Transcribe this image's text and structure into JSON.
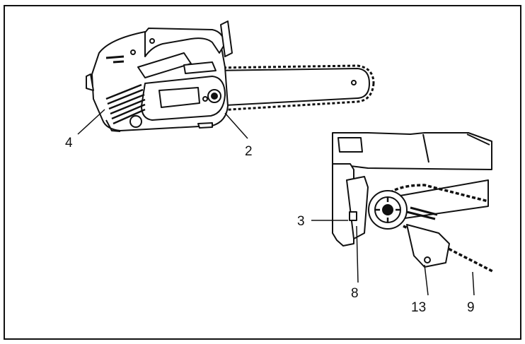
{
  "callouts": [
    {
      "id": "4",
      "label": "4"
    },
    {
      "id": "2",
      "label": "2"
    },
    {
      "id": "3",
      "label": "3"
    },
    {
      "id": "8",
      "label": "8"
    },
    {
      "id": "13",
      "label": "13"
    },
    {
      "id": "9",
      "label": "9"
    }
  ],
  "colors": {
    "stroke": "#111111",
    "background": "#ffffff",
    "shade": "#cfcfcf"
  }
}
